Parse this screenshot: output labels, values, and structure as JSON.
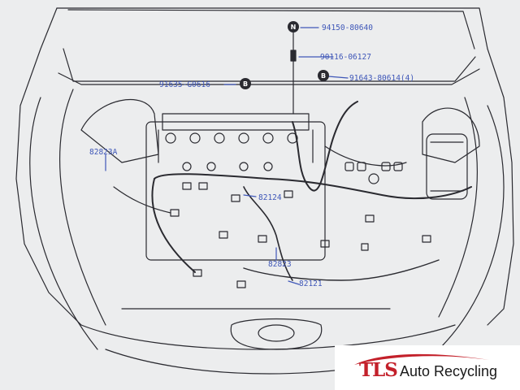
{
  "diagram": {
    "callouts": [
      {
        "id": "c1",
        "letter": "N",
        "part": "94150-80640"
      },
      {
        "id": "c2",
        "letter": "",
        "part": "90116-06127"
      },
      {
        "id": "c3",
        "letter": "B",
        "part": "91643-80614(4)"
      },
      {
        "id": "c4",
        "letter": "B",
        "part": "91635-G0616"
      }
    ],
    "labels": {
      "l1": "82823A",
      "l2": "82124",
      "l3": "82823",
      "l4": "82121"
    }
  },
  "logo": {
    "prefix": "TLS",
    "suffix": "Auto Recycling"
  },
  "colors": {
    "label": "#3f57b8",
    "line": "#2a2a30",
    "brand_red": "#c3202a"
  }
}
